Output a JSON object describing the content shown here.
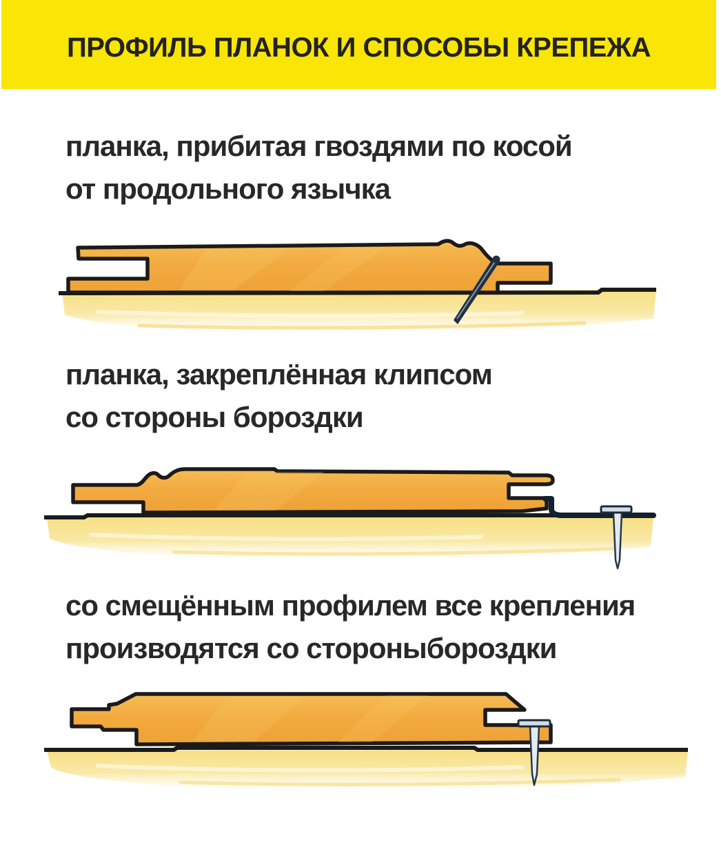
{
  "title": "ПРОФИЛЬ ПЛАНОК И СПОСОБЫ КРЕПЕЖА",
  "sections": [
    {
      "caption_line1": "планка, прибитая гвоздями по косой",
      "caption_line2": "от продольного язычка",
      "illustration": "tongue-and-groove plank cross-section, nail driven diagonally through the shoulder of the longitudinal tongue into the batten",
      "fastener": "nail-diagonal"
    },
    {
      "caption_line1": "планка, закреплённая клипсом",
      "caption_line2": "со стороны бороздки",
      "illustration": "plank cross-section held by a metal clip hooked over the groove lip, clip nailed vertically into the batten",
      "fastener": "clip-with-vertical-nail"
    },
    {
      "caption_line1": "со смещённым профилем все крепления",
      "caption_line2": "производятся со стороныбороздки",
      "illustration": "offset-profile plank cross-section with a nail driven vertically through the groove-side lip into the batten",
      "fastener": "nail-vertical"
    }
  ],
  "colors": {
    "banner_yellow": "#F9E506",
    "title_text": "#232323",
    "caption_text": "#282828",
    "plank_orange": "#F2A93E",
    "plank_orange_light": "#F6BC55",
    "substrate_yellow": "#F7DF83",
    "outline_dark": "#1B1B1B",
    "nail_steel_light": "#E4EAF0",
    "nail_steel_dark": "#26384A"
  }
}
